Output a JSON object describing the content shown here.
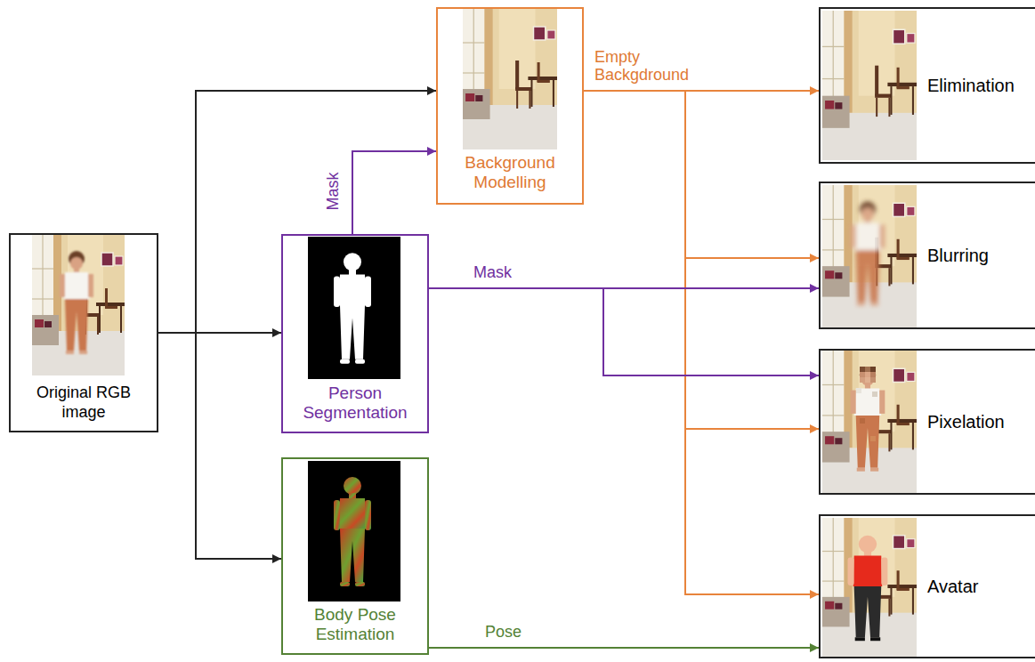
{
  "diagram": {
    "nodes": [
      {
        "text": [
          "Original RGB image"
        ]
      },
      {
        "text": [
          "Background Modelling"
        ]
      },
      {
        "text": [
          "Person Segmentation"
        ]
      },
      {
        "text": [
          "Body Pose Estimation"
        ]
      },
      {
        "text": [
          "Elimination"
        ]
      },
      {
        "text": [
          "Blurring"
        ]
      },
      {
        "text": [
          "Pixelation"
        ]
      },
      {
        "text": [
          "Avatar"
        ]
      }
    ],
    "edges": [
      {
        "from": 0,
        "to": 1,
        "arrow": "to"
      },
      {
        "from": 0,
        "to": 2,
        "arrow": "to"
      },
      {
        "from": 0,
        "to": 3,
        "arrow": "to"
      },
      {
        "from": 2,
        "to": 1,
        "label": "Mask",
        "arrow": "to"
      },
      {
        "from": 1,
        "to": 4,
        "label": "Empty Backgdround",
        "arrow": "to"
      },
      {
        "from": 1,
        "to": 5,
        "arrow": "to"
      },
      {
        "from": 1,
        "to": 6,
        "arrow": "to"
      },
      {
        "from": 1,
        "to": 7,
        "arrow": "to"
      },
      {
        "from": 2,
        "to": 5,
        "label": "Mask",
        "arrow": "to"
      },
      {
        "from": 2,
        "to": 6,
        "arrow": "to"
      },
      {
        "from": 3,
        "to": 7,
        "label": "Pose",
        "arrow": "to"
      }
    ]
  }
}
